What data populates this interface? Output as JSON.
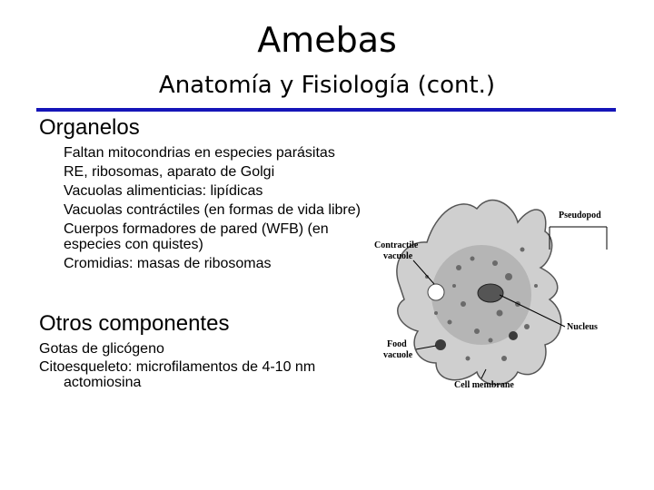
{
  "slide": {
    "title": "Amebas",
    "subtitle": "Anatomía y Fisiología (cont.)",
    "section1_heading": "Organelos",
    "section1_items": [
      "Faltan mitocondrias en especies parásitas",
      "RE, ribosomas, aparato de Golgi",
      "Vacuolas alimenticias: lipídicas",
      "Vacuolas contráctiles (en formas de vida libre)",
      "Cuerpos formadores de pared (WFB) (en especies con quistes)",
      "Cromidias: masas de ribosomas"
    ],
    "section2_heading": "Otros componentes",
    "section2_items": [
      "Gotas de glicógeno",
      "Citoesqueleto: microfilamentos de 4-10 nm actomiosina"
    ],
    "accent_color": "#1515b8"
  },
  "diagram": {
    "labels": {
      "pseudopod": "Pseudopod",
      "contractile_1": "Contractile",
      "contractile_2": "vacuole",
      "nucleus": "Nucleus",
      "food_1": "Food",
      "food_2": "vacuole",
      "cell_membrane": "Cell membrane"
    }
  }
}
